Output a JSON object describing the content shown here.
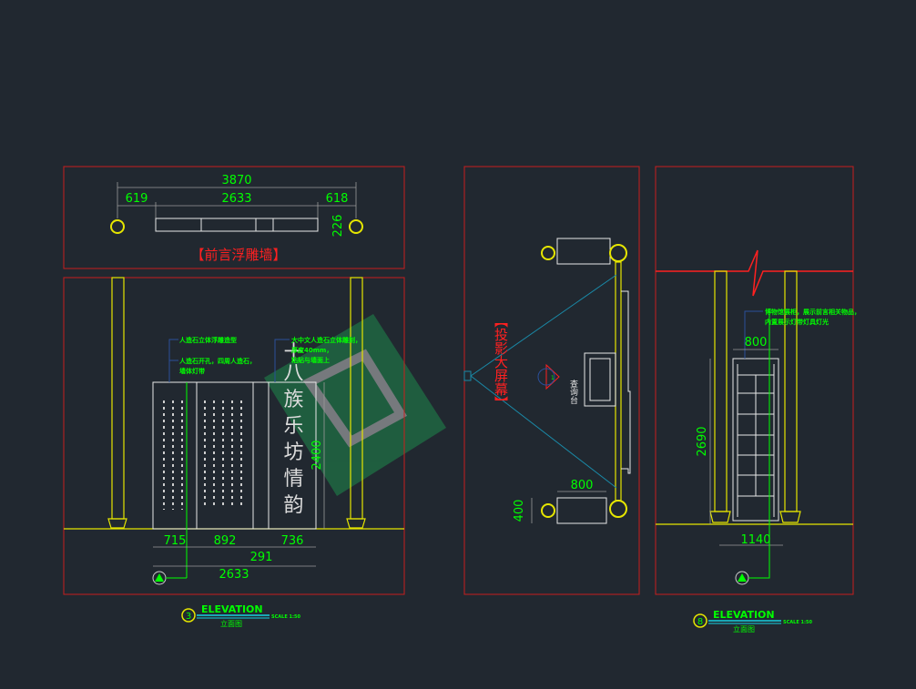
{
  "plan": {
    "title": "【前言浮雕墙】",
    "dims": {
      "total": "3870",
      "left": "619",
      "middle": "2633",
      "right": "618",
      "depth": "226"
    }
  },
  "elevation_left": {
    "notes": [
      "人造石立体浮雕造型",
      "人造石开孔，四周人造石，",
      "墙体灯带",
      "大中文人造石立体雕刻，",
      "厚度40mm，",
      "粘贴与墙面上"
    ],
    "calligraphy": "十八 族 乐 坊 情 韵",
    "dims": {
      "a": "715",
      "b": "892",
      "c": "291",
      "d": "736",
      "total": "2633",
      "height": "2400"
    },
    "marker": "1"
  },
  "middle": {
    "screen_label": "【投影大屏幕】",
    "desk_label": "查询台",
    "marker": "1",
    "dims": {
      "width": "800",
      "depth": "400"
    }
  },
  "elevation_right": {
    "notes": [
      "博物馆展柜，展示前言相关物品，",
      "内置展示灯带灯具灯光"
    ],
    "dims": {
      "width": "800",
      "height": "2690",
      "base": "1140"
    },
    "marker": "1"
  },
  "captions": [
    {
      "number": "3",
      "title": "ELEVATION",
      "subtitle": "立面图",
      "scale": "SCALE 1:50"
    },
    {
      "number": "8",
      "title": "ELEVATION",
      "subtitle": "立面图",
      "scale": "SCALE 1:50"
    }
  ],
  "colors": {
    "background": "#212830",
    "frame": "#c81e1e",
    "dimension": "#00ff00",
    "column": "#e6e600"
  }
}
